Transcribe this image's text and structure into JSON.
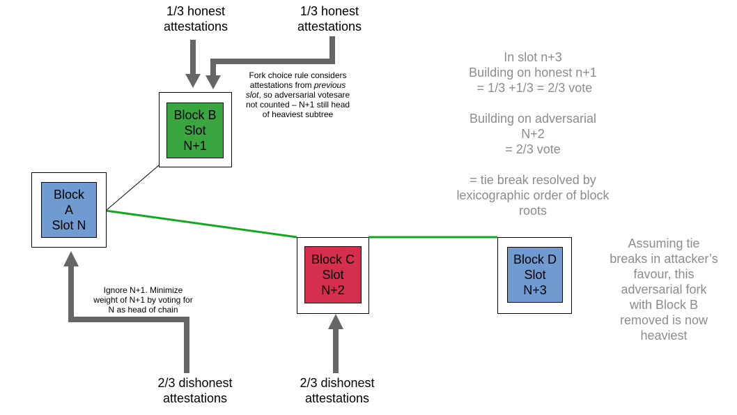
{
  "colors": {
    "block_a": "#6f9bd1",
    "block_b": "#3aa640",
    "block_c": "#d42f4d",
    "block_d": "#6f9bd1",
    "fork_line": "#12a81e",
    "arrow": "#666666",
    "note_text": "#8c8c8c"
  },
  "blocks": {
    "a": {
      "lines": [
        "Block",
        "A",
        "Slot N"
      ]
    },
    "b": {
      "lines": [
        "Block B",
        "Slot",
        "N+1"
      ]
    },
    "c": {
      "lines": [
        "Block C",
        "Slot",
        "N+2"
      ]
    },
    "d": {
      "lines": [
        "Block D",
        "Slot",
        "N+3"
      ]
    }
  },
  "attestations": {
    "honest_1": {
      "lines": [
        "1/3 honest",
        "attestations"
      ]
    },
    "honest_2": {
      "lines": [
        "1/3 honest",
        "attestations"
      ]
    },
    "dishonest_1": {
      "lines": [
        "2/3 dishonest",
        "attestations"
      ]
    },
    "dishonest_2": {
      "lines": [
        "2/3 dishonest",
        "attestations"
      ]
    }
  },
  "notes": {
    "fork_choice": {
      "line1": "Fork choice rule considers",
      "line2": "attestations from",
      "line2_em": "previous",
      "line3_em": "slot",
      "line3": ", so adversarial votesare",
      "line4": "not counted – N+1 still head",
      "line5": "of heaviest subtree"
    },
    "ignore": {
      "lines": [
        "Ignore N+1. Minimize",
        "weight of N+1 by voting for",
        "N as head of chain"
      ]
    }
  },
  "analysis": {
    "lines": [
      "In slot n+3",
      "Building on honest n+1",
      " = 1/3 +1/3 = 2/3 vote",
      "",
      "Building on adversarial",
      "N+2",
      "= 2/3 vote",
      "",
      "= tie break resolved by",
      "lexicographic order of block",
      "roots"
    ]
  },
  "assumption": {
    "lines": [
      "Assuming tie",
      "breaks in attacker’s",
      "favour, this",
      "adversarial fork",
      "with Block B",
      "removed is now",
      "heaviest"
    ]
  }
}
